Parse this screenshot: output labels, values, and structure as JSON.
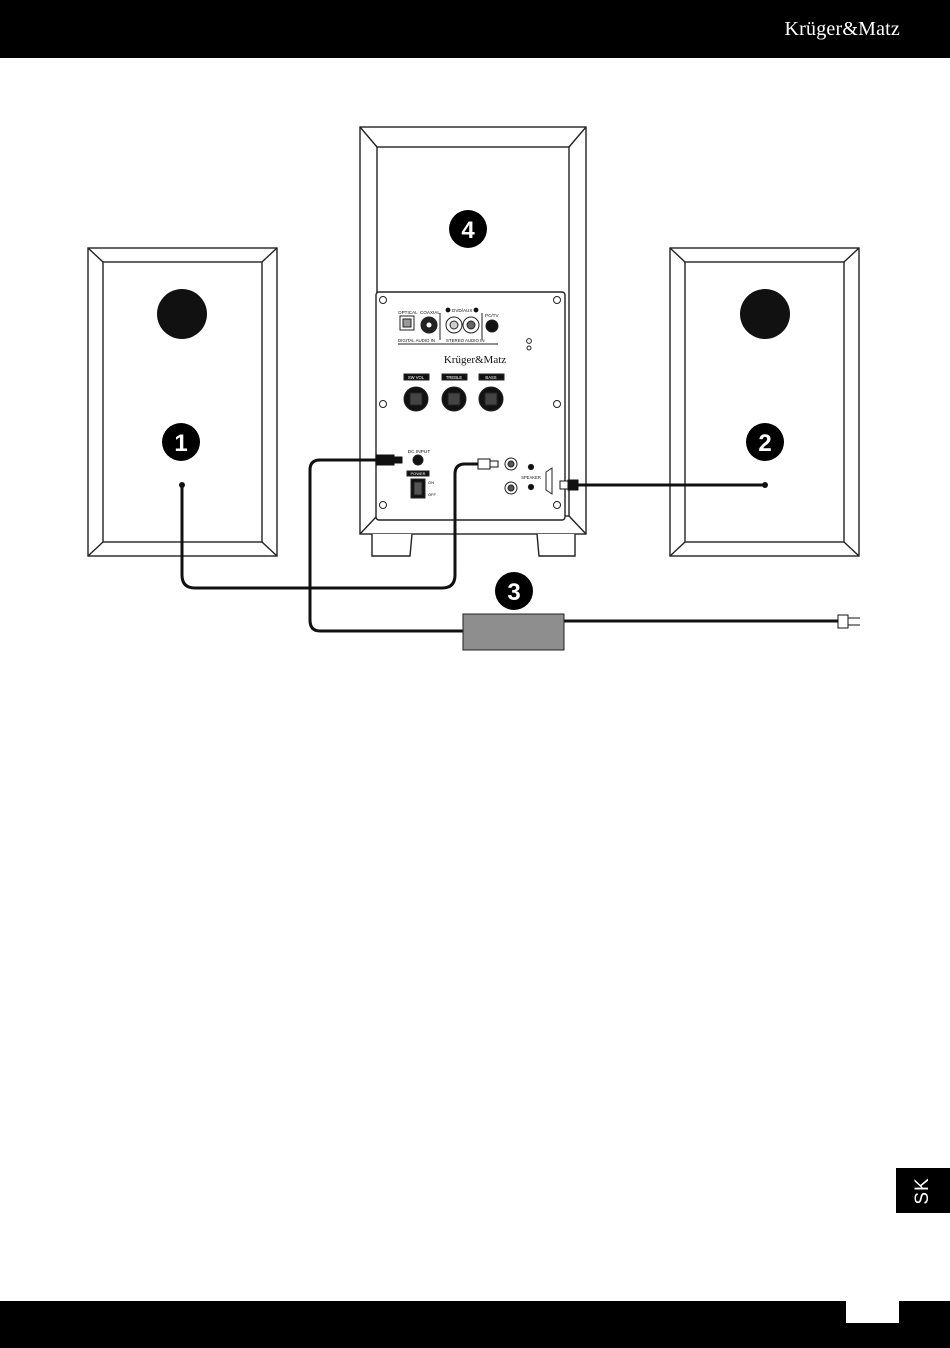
{
  "header": {
    "brand": "Krüger&Matz"
  },
  "side_tab": {
    "language": "SK"
  },
  "diagram": {
    "callouts": [
      "1",
      "2",
      "3",
      "4"
    ],
    "subwoofer_panel": {
      "brand": "Krüger&Matz",
      "optical_label": "OPTICAL",
      "coaxial_label": "COAXIAL",
      "digital_audio_in_label": "DIGITAL AUDIO IN",
      "dvd_aux_label": "DVD/AUX",
      "pc_tv_label": "PC/TV",
      "stereo_audio_in_label": "STEREO AUDIO IN",
      "knob_1_label": "SW VOL",
      "knob_2_label": "TREBLE",
      "knob_3_label": "BASS",
      "dc_input_label": "DC INPUT",
      "power_label": "POWER",
      "on_label": "ON",
      "off_label": "OFF",
      "speaker_label": "SPEAKER"
    }
  }
}
